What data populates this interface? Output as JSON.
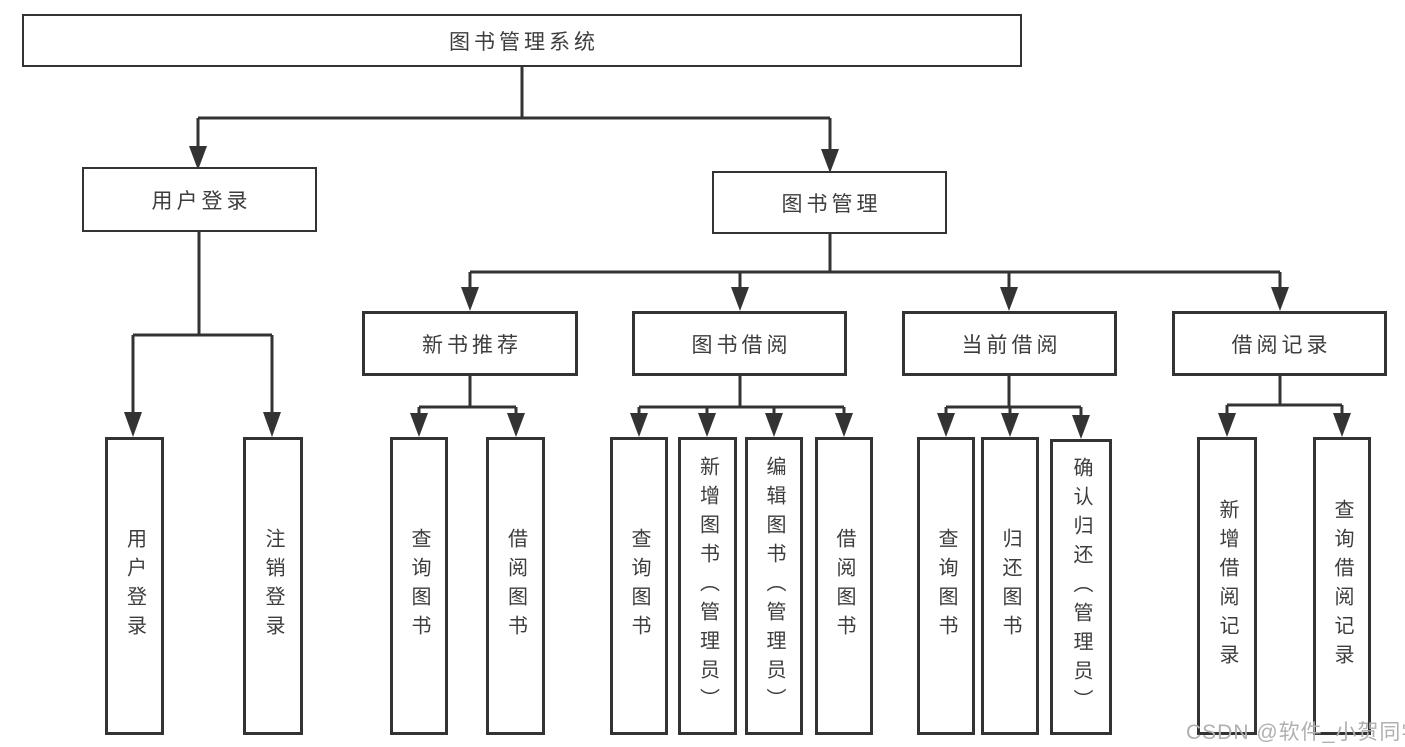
{
  "tree": {
    "label": "图书管理系统",
    "children": [
      {
        "label": "用户登录",
        "children": [
          {
            "label": "用户登录"
          },
          {
            "label": "注销登录"
          }
        ]
      },
      {
        "label": "图书管理",
        "children": [
          {
            "label": "新书推荐",
            "children": [
              {
                "label": "查询图书"
              },
              {
                "label": "借阅图书"
              }
            ]
          },
          {
            "label": "图书借阅",
            "children": [
              {
                "label": "查询图书"
              },
              {
                "label": "新增图书（管理员）"
              },
              {
                "label": "编辑图书（管理员）"
              },
              {
                "label": "借阅图书"
              }
            ]
          },
          {
            "label": "当前借阅",
            "children": [
              {
                "label": "查询图书"
              },
              {
                "label": "归还图书"
              },
              {
                "label": "确认归还（管理员）"
              }
            ]
          },
          {
            "label": "借阅记录",
            "children": [
              {
                "label": "新增借阅记录"
              },
              {
                "label": "查询借阅记录"
              }
            ]
          }
        ]
      }
    ]
  },
  "watermark": {
    "text": "CSDN @软件_小贺同学"
  },
  "colors": {
    "line": "#333333",
    "box_border": "#333333",
    "text": "#3d3d3d",
    "watermark": "#b0b0b0",
    "background": "#ffffff"
  }
}
